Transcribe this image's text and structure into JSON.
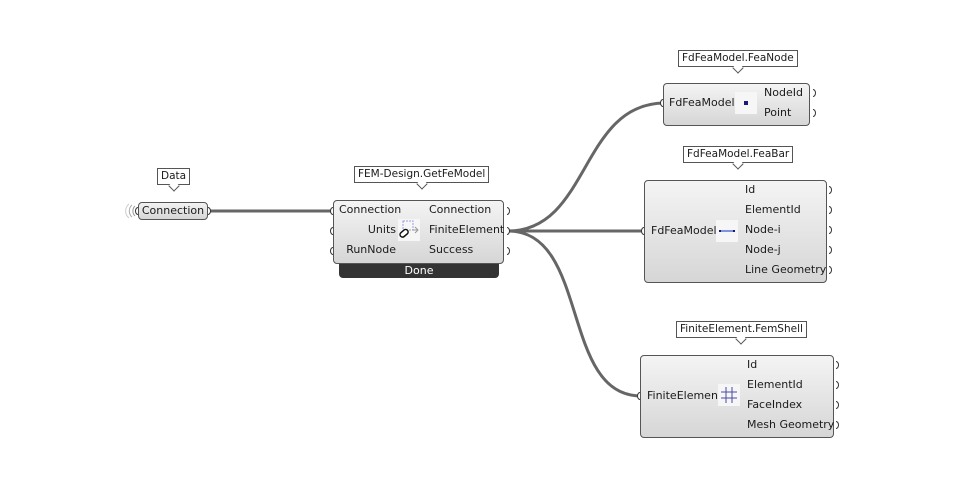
{
  "canvas": {
    "wire_color": "#666666"
  },
  "data_param": {
    "tag": "Data",
    "label": "Connection"
  },
  "get_fe_model": {
    "tag": "FEM-Design.GetFeModel",
    "inputs": [
      "Connection",
      "Units",
      "RunNode"
    ],
    "outputs": [
      "Connection",
      "FiniteElement",
      "Success"
    ],
    "status": "Done",
    "icon": "fe-model-link-icon"
  },
  "fea_node": {
    "tag": "FdFeaModel.FeaNode",
    "input": "FdFeaModel",
    "outputs": [
      "NodeId",
      "Point"
    ],
    "icon": "node-point-icon"
  },
  "fea_bar": {
    "tag": "FdFeaModel.FeaBar",
    "input": "FdFeaModel",
    "outputs": [
      "Id",
      "ElementId",
      "Node-i",
      "Node-j",
      "Line Geometry"
    ],
    "icon": "bar-line-icon"
  },
  "fem_shell": {
    "tag": "FiniteElement.FemShell",
    "input": "FiniteElement",
    "outputs": [
      "Id",
      "ElementId",
      "FaceIndex",
      "Mesh Geometry"
    ],
    "icon": "shell-grid-icon"
  }
}
